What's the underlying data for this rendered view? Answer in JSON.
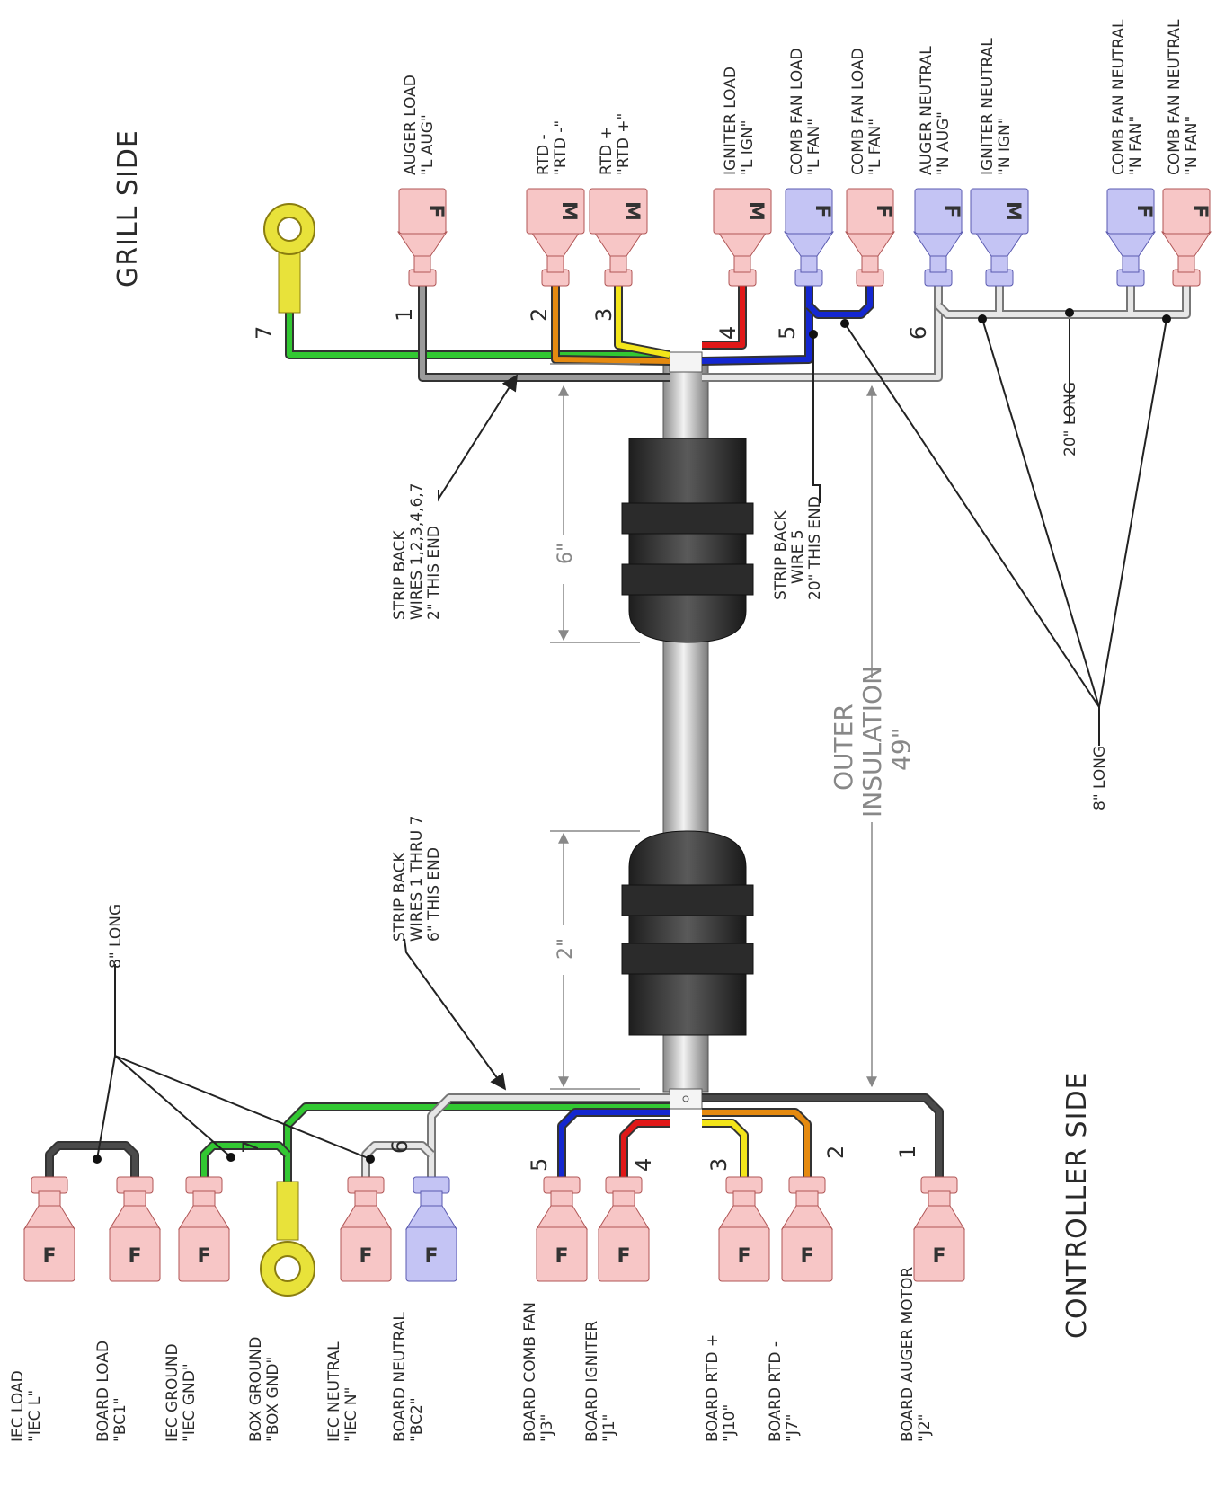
{
  "sides": {
    "grill": "GRILL SIDE",
    "controller": "CONTROLLER SIDE"
  },
  "colors": {
    "ground": "#32c832",
    "black": "#4a4a4a",
    "gray": "#9a9a9a",
    "orange": "#e58a10",
    "yellow": "#f3e51a",
    "red": "#e01818",
    "blue": "#1427d0",
    "white": "#e6e6e6",
    "pink": "#f7c6c6",
    "lavender": "#c4c4f4",
    "lug": "#e8e23a"
  },
  "grill_terminals": [
    {
      "type": "F",
      "line1": "AUGER LOAD",
      "line2": "\"L AUG\""
    },
    {
      "type": "M",
      "line1": "RTD -",
      "line2": "\"RTD -\""
    },
    {
      "type": "M",
      "line1": "RTD +",
      "line2": "\"RTD +\""
    },
    {
      "type": "M",
      "line1": "IGNITER LOAD",
      "line2": "\"L IGN\""
    },
    {
      "type": "F",
      "line1": "COMB FAN LOAD",
      "line2": "\"L FAN\""
    },
    {
      "type": "F",
      "line1": "COMB FAN LOAD",
      "line2": "\"L FAN\""
    },
    {
      "type": "F",
      "line1": "AUGER NEUTRAL",
      "line2": "\"N AUG\""
    },
    {
      "type": "M",
      "line1": "IGNITER NEUTRAL",
      "line2": "\"N IGN\""
    },
    {
      "type": "F",
      "line1": "COMB FAN NEUTRAL",
      "line2": "\"N FAN\""
    },
    {
      "type": "F",
      "line1": "COMB FAN NEUTRAL",
      "line2": "\"N FAN\""
    }
  ],
  "controller_terminals": [
    {
      "type": "F",
      "line1": "IEC LOAD",
      "line2": "\"IEC L\""
    },
    {
      "type": "F",
      "line1": "BOARD LOAD",
      "line2": "\"BC1\""
    },
    {
      "type": "F",
      "line1": "IEC GROUND",
      "line2": "\"IEC GND\""
    },
    {
      "type": "RING",
      "line1": "BOX GROUND",
      "line2": "\"BOX GND\""
    },
    {
      "type": "F",
      "line1": "IEC NEUTRAL",
      "line2": "\"IEC N\""
    },
    {
      "type": "F",
      "line1": "BOARD NEUTRAL",
      "line2": "\"BC2\""
    },
    {
      "type": "F",
      "line1": "BOARD COMB FAN",
      "line2": "\"J3\""
    },
    {
      "type": "F",
      "line1": "BOARD IGNITER",
      "line2": "\"J1\""
    },
    {
      "type": "F",
      "line1": "BOARD RTD +",
      "line2": "\"J10\""
    },
    {
      "type": "F",
      "line1": "BOARD RTD -",
      "line2": "\"J7\""
    },
    {
      "type": "F",
      "line1": "BOARD AUGER MOTOR",
      "line2": "\"J2\""
    }
  ],
  "wire_numbers": {
    "grill": [
      "7",
      "1",
      "2",
      "3",
      "4",
      "5",
      "6"
    ],
    "controller": [
      "7",
      "6",
      "5",
      "4",
      "3",
      "2",
      "1"
    ]
  },
  "notes": {
    "grill_strip": [
      "STRIP BACK",
      "WIRES 1,2,3,4,6,7",
      "2\" THIS END"
    ],
    "wire5_strip": [
      "STRIP BACK",
      "WIRE 5",
      "20\" THIS END"
    ],
    "controller_strip": [
      "STRIP BACK",
      "WIRES 1 THRU 7",
      "6\" THIS END"
    ],
    "len_20": "20\" LONG",
    "len_8_grill": "8\" LONG",
    "len_8_controller": "8\" LONG"
  },
  "dims": {
    "grill_strip": "6\"",
    "controller_strip": "2\"",
    "insulation": [
      "OUTER",
      "INSULATION",
      "49\""
    ]
  }
}
